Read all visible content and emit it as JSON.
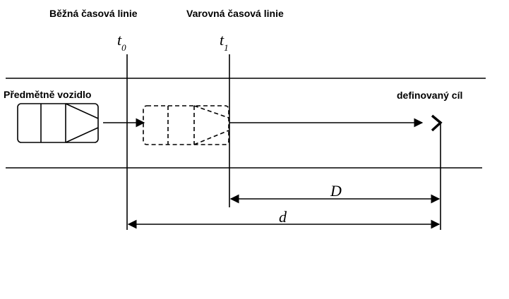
{
  "timelines": {
    "normal": {
      "label": "Běžná časová linie",
      "time_var": "t",
      "time_sub": "0"
    },
    "warning": {
      "label": "Varovná časová linie",
      "time_var": "t",
      "time_sub": "1"
    }
  },
  "vehicle": {
    "label": "Předmětně vozidlo"
  },
  "target": {
    "label": "definovaný cíl"
  },
  "distances": {
    "D": "D",
    "d": "d"
  }
}
